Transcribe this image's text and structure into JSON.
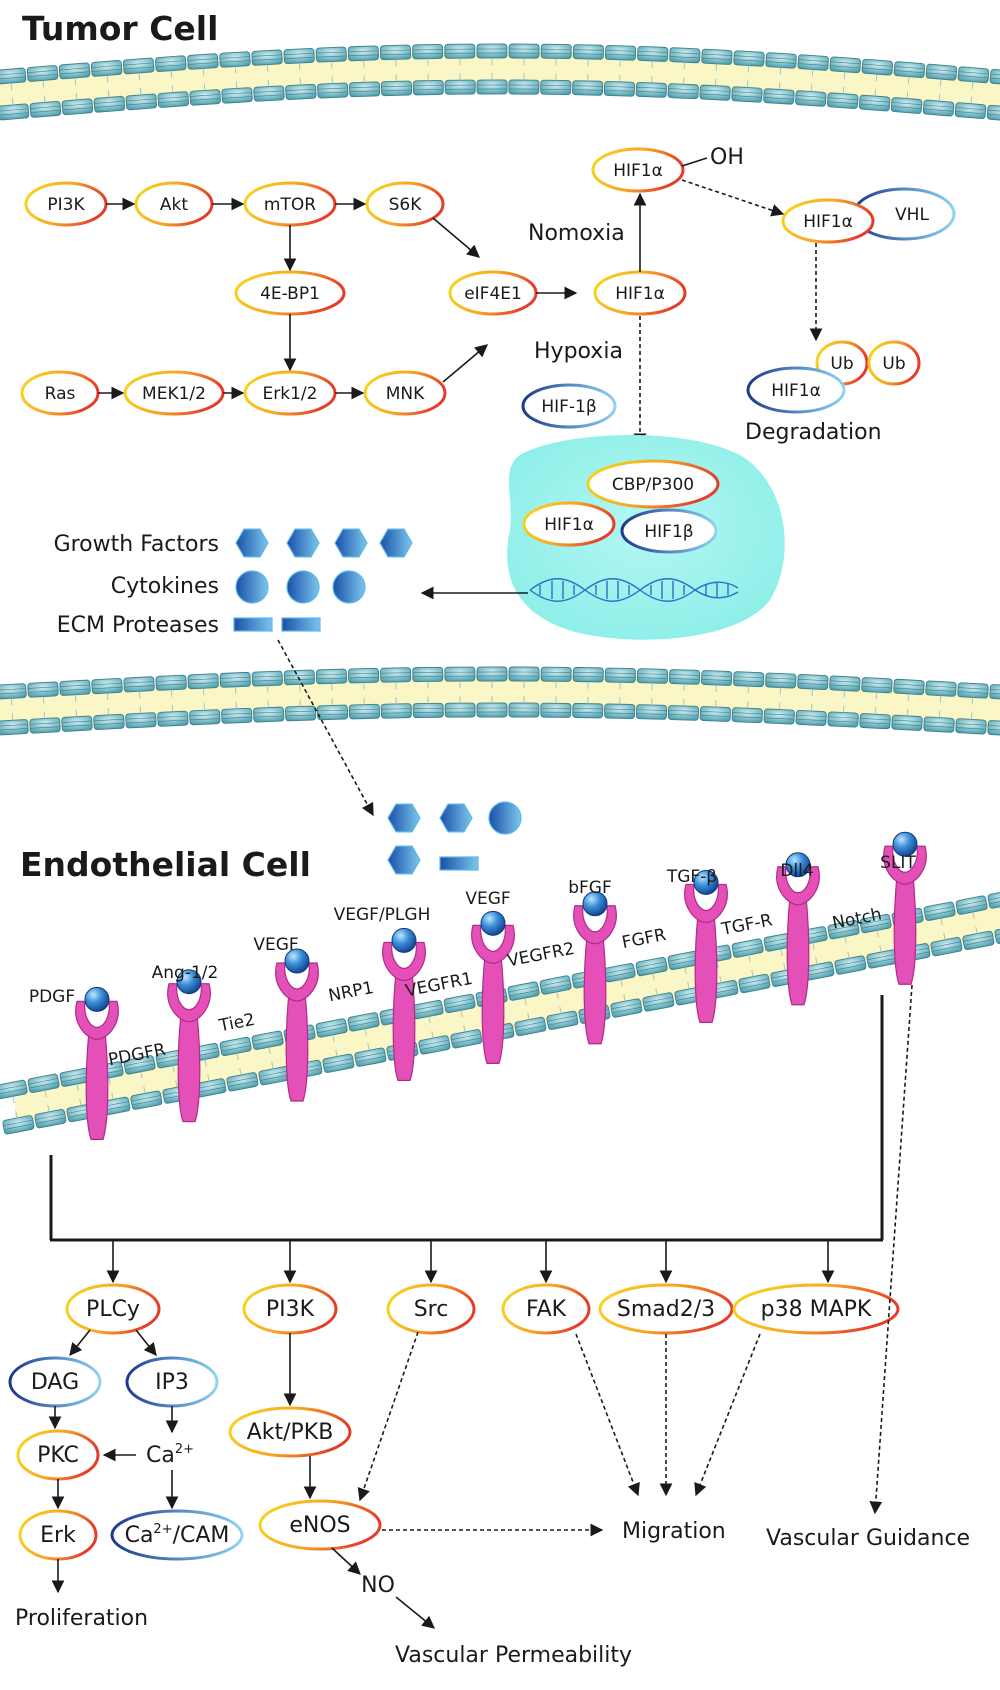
{
  "tumor_cell": {
    "title": "Tumor Cell",
    "pathway": {
      "pi3k": "PI3K",
      "akt": "Akt",
      "mtor": "mTOR",
      "s6k": "S6K",
      "four_ebp1": "4E-BP1",
      "eif4e1": "eIF4E1",
      "ras": "Ras",
      "mek": "MEK1/2",
      "erk": "Erk1/2",
      "mnk": "MNK"
    },
    "hif": {
      "hif1a_oh": "HIF1α",
      "oh": "OH",
      "hif1a_vhl": "HIF1α",
      "vhl": "VHL",
      "normoxia": "Nomoxia",
      "hypoxia": "Hypoxia",
      "hif1a_center": "HIF1α",
      "hif1b_free": "HIF-1β",
      "ub1": "Ub",
      "ub2": "Ub",
      "hif1a_deg": "HIF1α",
      "degradation": "Degradation"
    },
    "nucleus": {
      "cbp": "CBP/P300",
      "hif1a": "HIF1α",
      "hif1b": "HIF1β"
    },
    "secreted": {
      "growth_factors": "Growth Factors",
      "cytokines": "Cytokines",
      "ecm_proteases": "ECM Proteases"
    }
  },
  "endothelial_cell": {
    "title": "Endothelial Cell",
    "ligands": [
      "PDGF",
      "Ang-1/2",
      "VEGF",
      "VEGF/PLGH",
      "VEGF",
      "bFGF",
      "TGF-β",
      "Dll4",
      "SLIT"
    ],
    "receptors": [
      "PDGFR",
      "Tie2",
      "NRP1",
      "VEGFR1",
      "VEGFR2",
      "FGFR",
      "TGF-R",
      "Notch"
    ],
    "effectors": {
      "plcy": "PLCy",
      "pi3k": "PI3K",
      "src": "Src",
      "fak": "FAK",
      "smad": "Smad2/3",
      "p38": "p38 MAPK",
      "dag": "DAG",
      "ip3": "IP3",
      "pkc": "PKC",
      "ca": "Ca",
      "ca_sup": "2+",
      "erk": "Erk",
      "cacam_ca": "Ca",
      "cacam_sup": "2+",
      "cacam_rest": "/CAM",
      "akt_pkb": "Akt/PKB",
      "enos": "eNOS",
      "no": "NO"
    },
    "outcomes": {
      "proliferation": "Proliferation",
      "vascular_permeability": "Vascular Permeability",
      "migration": "Migration",
      "vascular_guidance": "Vascular Guidance"
    }
  },
  "colors": {
    "membrane_fill": "#fbf6c6",
    "membrane_head": "#6fb8c4",
    "receptor": "#e44fb8",
    "nucleus": "#9bf1ec",
    "warm_outline_start": "#f7d21c",
    "warm_outline_end": "#e9442a",
    "cool_outline_start": "#1e3f8e",
    "cool_outline_end": "#86d0f0",
    "secreted_blue": "#1f63b5"
  }
}
